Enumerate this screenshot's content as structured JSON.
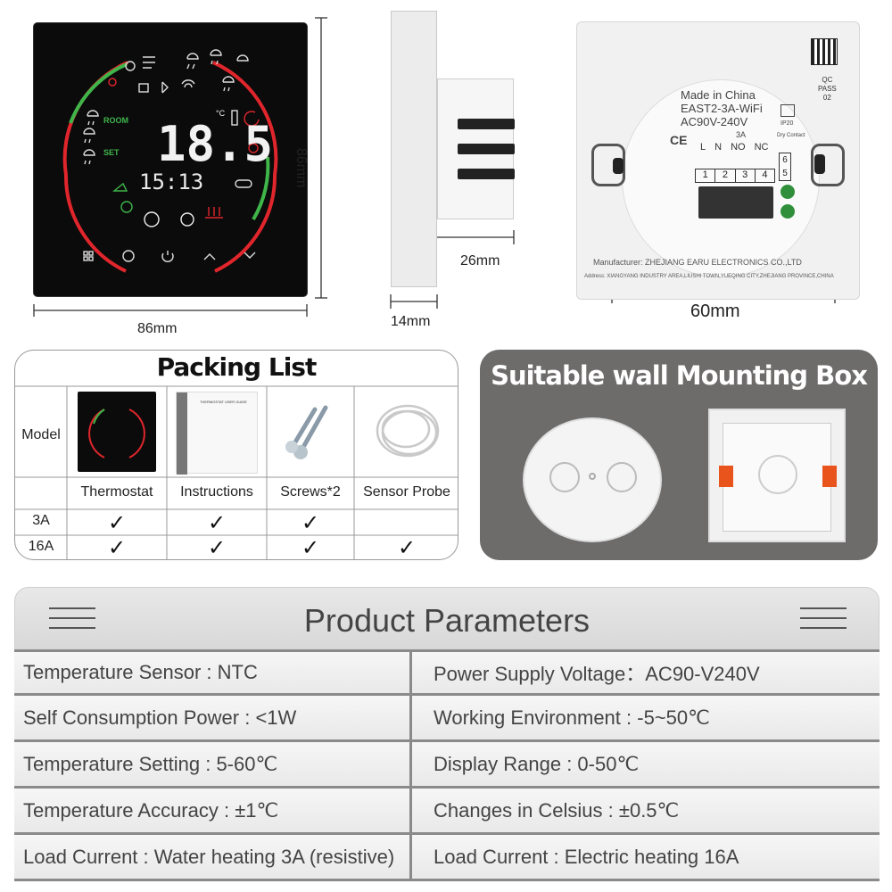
{
  "dimensions": {
    "front_width": "86mm",
    "front_height": "86mm",
    "side_depth": "14mm",
    "back_depth": "26mm",
    "back_diag": "60mm",
    "back_width": "60mm"
  },
  "display": {
    "room_label": "ROOM",
    "set_label": "SET",
    "temp_digits": "18.5",
    "time_digits": "15:13",
    "unit": "°C"
  },
  "back_label": {
    "line1": "Made in China",
    "line2": "EAST2-3A-WiFi",
    "line3": "AC90V-240V",
    "line4": "3A",
    "ip": "IP20",
    "dry": "Dry Contact",
    "terminals_top": [
      "L",
      "N",
      "NO",
      "NC"
    ],
    "terminals": [
      "1",
      "2",
      "3",
      "4"
    ],
    "terminal_side": [
      "6",
      "5"
    ],
    "qc": [
      "QC",
      "PASS",
      "02"
    ],
    "manufacturer": "Manufacturer: ZHEJIANG EARU ELECTRONICS CO.,LTD",
    "address": "Address: XIANGYANG INDUSTRY AREA,LIUSHI TOWN,YUEQING CITY,ZHEJIANG PROVINCE,CHINA"
  },
  "packing_list": {
    "title": "Packing List",
    "row_header": "Model",
    "columns": [
      "Thermostat",
      "Instructions",
      "Screws*2",
      "Sensor Probe"
    ],
    "rows": [
      {
        "model": "3A",
        "checks": [
          true,
          true,
          true,
          false
        ]
      },
      {
        "model": "16A",
        "checks": [
          true,
          true,
          true,
          true
        ]
      }
    ],
    "check_glyph": "✓",
    "manual_title": "THERMOSTAT USER GUIDE"
  },
  "mounting": {
    "title": "Suitable wall Mounting Box"
  },
  "parameters": {
    "title": "Product Parameters",
    "rows": [
      [
        "Temperature Sensor : NTC",
        "Power Supply Voltage：AC90-V240V"
      ],
      [
        "Self Consumption Power : <1W",
        "Working Environment : -5~50℃"
      ],
      [
        "Temperature Setting : 5-60℃",
        "Display Range : 0-50℃"
      ],
      [
        "Temperature Accuracy : ±1℃",
        "Changes in Celsius : ±0.5℃"
      ],
      [
        "Load Current : Water heating 3A (resistive)",
        "Load Current :  Electric heating 16A"
      ]
    ]
  },
  "colors": {
    "ring_red": "#e0262c",
    "ring_green": "#3fb54a",
    "terminal_green": "#2f8f3a",
    "box_orange": "#e8541c",
    "mount_bg": "#6e6b6b"
  }
}
